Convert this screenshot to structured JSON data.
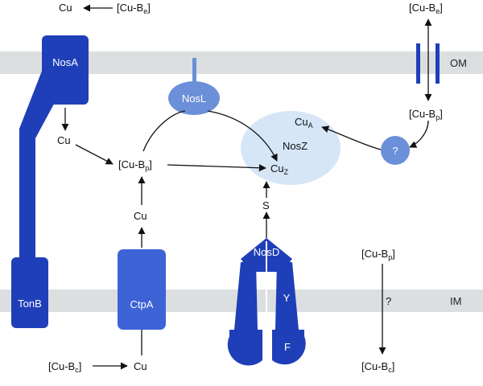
{
  "colors": {
    "membrane": "#dcdfe0",
    "dark_blue": "#1f3fb8",
    "mid_blue": "#3d63d6",
    "light_blue": "#6b8fd8",
    "pale_blue": "#d6e6f7",
    "arrow": "#111111"
  },
  "membranes": {
    "outer": "OM",
    "inner": "IM"
  },
  "proteins": {
    "nosa": "NosA",
    "tonb": "TonB",
    "ctpa": "CtpA",
    "nosl": "NosL",
    "nosz": "NosZ",
    "nosd": "NosD",
    "nosy": "Y",
    "nosf": "F",
    "unknown": "?"
  },
  "species": {
    "cu_top_left": "Cu",
    "cu_be_top_left": {
      "main": "[Cu-B",
      "sub": "e",
      "close": "]"
    },
    "cu_be_top_right": {
      "main": "[Cu-B",
      "sub": "e",
      "close": "]"
    },
    "cu_bp_right": {
      "main": "[Cu-B",
      "sub": "p",
      "close": "]"
    },
    "cu_after_nosa": "Cu",
    "cu_bp_center": {
      "main": "[Cu-B",
      "sub": "p",
      "close": "]"
    },
    "cu_above_ctpa": "Cu",
    "cu_bc_left": {
      "main": "[Cu-B",
      "sub": "c",
      "close": "]"
    },
    "cu_bottom": "Cu",
    "cua": {
      "main": "Cu",
      "sub": "A"
    },
    "cuz": {
      "main": "Cu",
      "sub": "Z"
    },
    "sulfur": "S",
    "cu_bp_lower_right": {
      "main": "[Cu-B",
      "sub": "p",
      "close": "]"
    },
    "cu_bc_lower_right": {
      "main": "[Cu-B",
      "sub": "c",
      "close": "]"
    },
    "im_unknown": "?"
  }
}
